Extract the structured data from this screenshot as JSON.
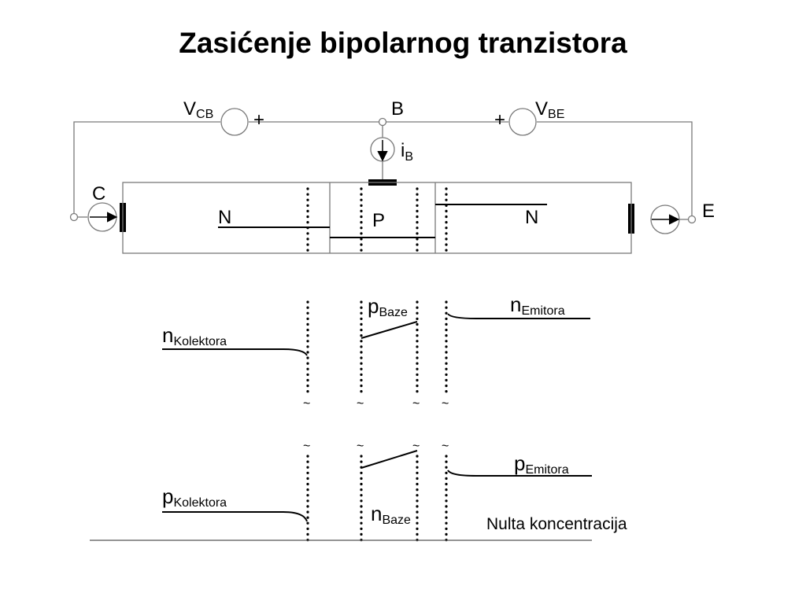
{
  "title": "Zasićenje bipolarnog tranzistora",
  "terminals": {
    "collector": "C",
    "base": "B",
    "emitter": "E"
  },
  "sources": {
    "vcb": {
      "main": "V",
      "sub": "CB",
      "polarity": "+"
    },
    "vbe": {
      "main": "V",
      "sub": "BE",
      "polarity": "+"
    },
    "ib": {
      "main": "i",
      "sub": "B"
    }
  },
  "regions": {
    "left": "N",
    "middle": "P",
    "right": "N"
  },
  "carriers": {
    "n_collector": {
      "main": "n",
      "sub": "Kolektora"
    },
    "p_base": {
      "main": "p",
      "sub": "Baze"
    },
    "n_emitter": {
      "main": "n",
      "sub": "Emitora"
    },
    "p_collector": {
      "main": "p",
      "sub": "Kolektora"
    },
    "n_base": {
      "main": "n",
      "sub": "Baze"
    },
    "p_emitter": {
      "main": "p",
      "sub": "Emitora"
    }
  },
  "zero_label": "Nulta koncentracija",
  "break_symbol": "~"
}
